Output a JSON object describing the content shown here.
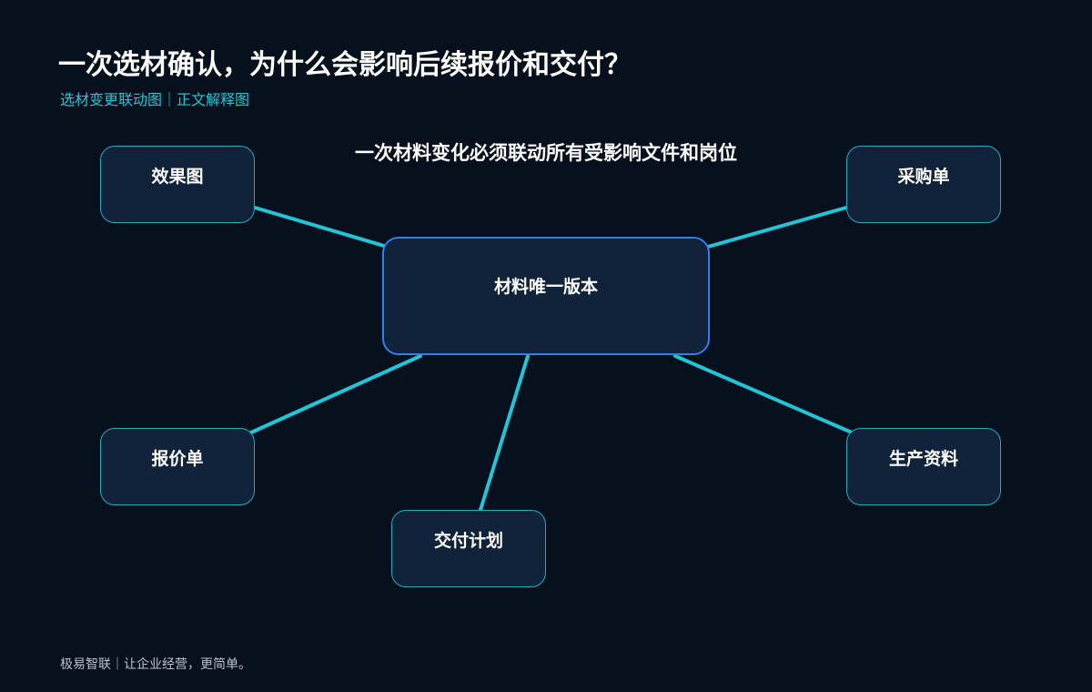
{
  "header": {
    "title": "一次选材确认，为什么会影响后续报价和交付？",
    "subtitle": "选材变更联动图｜正文解释图"
  },
  "diagram": {
    "heading": "一次材料变化必须联动所有受影响文件和岗位",
    "center_node": "材料唯一版本",
    "nodes": {
      "rendering": "效果图",
      "purchase_order": "采购单",
      "quotation": "报价单",
      "production_docs": "生产资料",
      "delivery_plan": "交付计划"
    },
    "colors": {
      "connector": "#22c5d8",
      "center_border": "#2f7ff0",
      "node_border": "#28a9c0",
      "node_fill": "#10233a",
      "background": "#07111d"
    }
  },
  "footer": {
    "text": "极易智联｜让企业经营，更简单。"
  }
}
